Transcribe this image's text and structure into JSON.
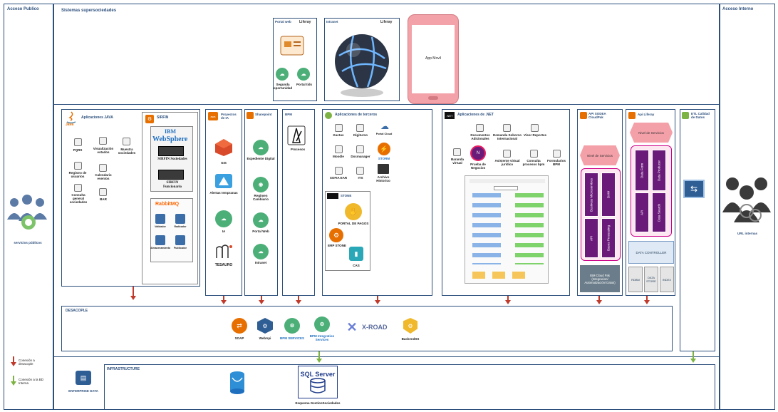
{
  "regions": {
    "public": "Acceso Publico",
    "systems": "Sistemas supersociedades",
    "internal": "Acceso Interno"
  },
  "left_actor": "servicios públicos",
  "right_actor": "URL internas",
  "top": {
    "portal_web": {
      "title": "Portal web",
      "brand": "Liferay",
      "items": [
        "Segunda oportunidad",
        "Portal tids"
      ]
    },
    "intranet": {
      "title": "Intranet",
      "brand": "Liferay"
    },
    "app": "App Movil"
  },
  "java": {
    "title": "Aplicaciones JAVA",
    "logo": "Java",
    "items": [
      "PQRS",
      "Visualización estados",
      "Muestra sociedades",
      "Registro de usuarios",
      "Calendario eventos",
      "Consulta general sociedades",
      "BAR"
    ]
  },
  "sirfin": {
    "title": "SIRFIN",
    "ibm": "IBM",
    "websphere": "WebSphere",
    "ws1": "SIRFIN Sociedades",
    "ws2": "SIRFIN Funcionario",
    "rabbit": "RabbitMQ",
    "rabbit_items": [
      "Validador",
      "Radicador",
      "Almacenamiento",
      "Publicador"
    ]
  },
  "ia": {
    "title": "Proyectos de IA",
    "items": [
      "GIS",
      "Alertas tempranas",
      "IA",
      "TESAURO"
    ]
  },
  "sharepoint": {
    "title": "Sharepoint",
    "items": [
      "Expediente Digital",
      "Regimen Cambiario",
      "Portal Web",
      "Intranet"
    ]
  },
  "bpm": {
    "title": "BPM",
    "item": "Procesos"
  },
  "terceros": {
    "title": "Aplicaciones de terceros",
    "items": [
      "Kactus",
      "Digiturno",
      "Portal Cloud",
      "Moodle",
      "Docmanager",
      "STORM",
      "SOFIA EAR",
      "ITS",
      "Archivo Historico"
    ]
  },
  "stone": {
    "title": "STONE",
    "items": [
      "PORTAL DE PAGOS",
      "ERP STONE",
      "CAS"
    ]
  },
  "net": {
    "title": "Aplicaciones de .NET",
    "logo": ".NET",
    "items": [
      "Documentos Adicionales",
      "Demanda Soborno Internacional",
      "Visor Reportes",
      "Baranda virtual",
      "Prueba de Negocios",
      "Asistente virtual jurídico",
      "Consulta procesos bpm",
      "Formularios BPM"
    ]
  },
  "sodea": {
    "title": "API SODEA CloudPak",
    "level": "Nivel de Servicios",
    "cols": [
      "Business Microservices",
      "BAW",
      "API",
      "Bases Processing"
    ],
    "footer": "IBM Cloud Pak (Integracion/ Automatización/ Datos)"
  },
  "liferay_api": {
    "title": "Api Liferay",
    "level": "Nivel de Servicios",
    "cols": [
      "Data Form",
      "Data Producer",
      "API",
      "Data Search"
    ],
    "controller": "DATA CONTROLLER",
    "stores": [
      "RDBM",
      "DATA STORE",
      "INDEX"
    ]
  },
  "etl": {
    "title": "ETL Calidad de Datos"
  },
  "desacople": {
    "title": "DESACOPLE",
    "items": [
      "SOAP",
      "WebApi",
      "BPM SERVICES",
      "BPM Integration Services",
      "X-ROAD",
      "BackendSS"
    ]
  },
  "infra": {
    "title": "INFRASTRUCTURE",
    "enterprise": "ENTERPRISE DATA",
    "sql": "SQL Server",
    "schema": "Esquema GestionSociedades"
  },
  "legend": {
    "red": "Conexión a desacople",
    "green": "Conexión a la BD Interna"
  },
  "colors": {
    "border": "#2c4f7c",
    "red": "#c0392b",
    "green": "#7cb342",
    "purple": "#6a1b7a",
    "pink": "#f2a2a8"
  }
}
